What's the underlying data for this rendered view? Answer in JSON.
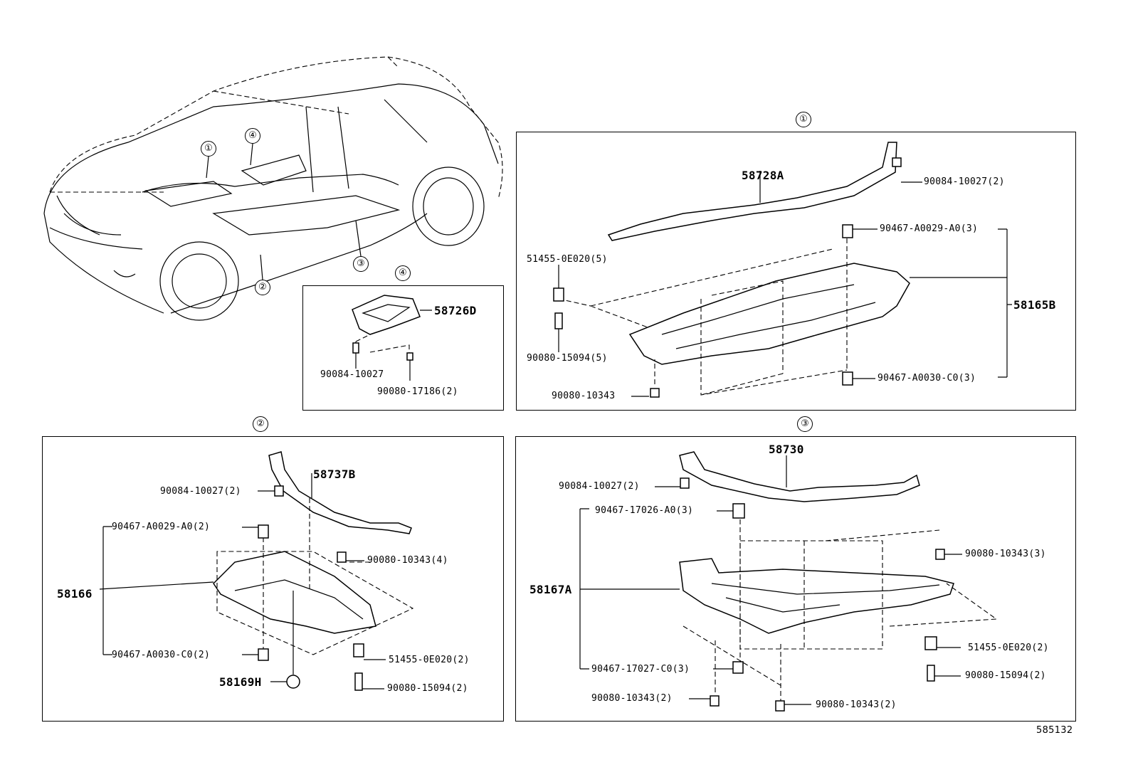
{
  "diagram_id": "585132",
  "overview": {
    "callouts": [
      "①",
      "④",
      "②",
      "③"
    ]
  },
  "panel4": {
    "title": "④",
    "main_part": "58726D",
    "fasteners": [
      "90084-10027",
      "90080-17186(2)"
    ]
  },
  "panel1": {
    "title": "①",
    "parts": [
      "58728A",
      "58165B"
    ],
    "fasteners": [
      "90084-10027(2)",
      "90467-A0029-A0(3)",
      "51455-0E020(5)",
      "90080-15094(5)",
      "90080-10343",
      "90467-A0030-C0(3)"
    ]
  },
  "panel2": {
    "title": "②",
    "parts": [
      "58737B",
      "58166",
      "58169H"
    ],
    "fasteners": [
      "90084-10027(2)",
      "90467-A0029-A0(2)",
      "90080-10343(4)",
      "90467-A0030-C0(2)",
      "51455-0E020(2)",
      "90080-15094(2)"
    ]
  },
  "panel3": {
    "title": "③",
    "parts": [
      "58730",
      "58167A"
    ],
    "fasteners": [
      "90084-10027(2)",
      "90467-17026-A0(3)",
      "90080-10343(3)",
      "51455-0E020(2)",
      "90467-17027-C0(3)",
      "90080-15094(2)",
      "90080-10343(2)",
      "90080-10343(2)"
    ]
  }
}
